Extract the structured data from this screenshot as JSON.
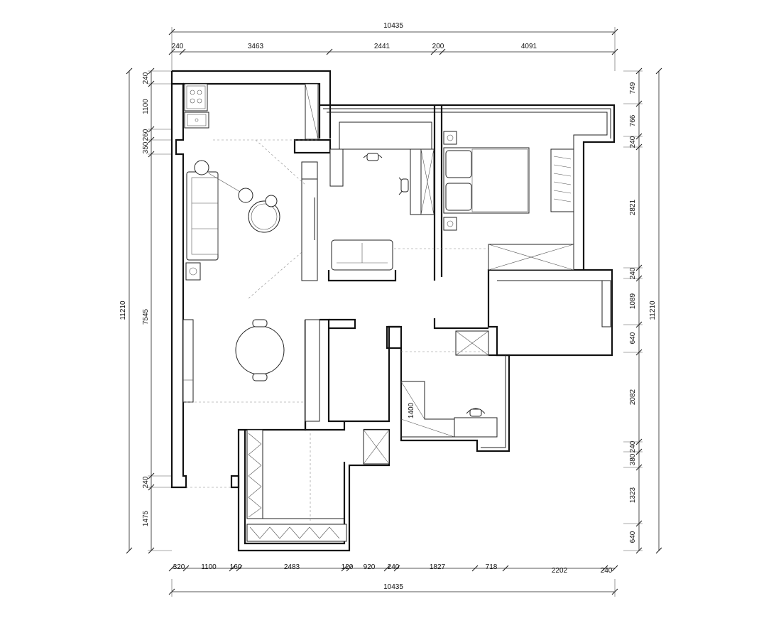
{
  "dimensions": {
    "top_total": "10435",
    "top": [
      "240",
      "3463",
      "2441",
      "200",
      "4091"
    ],
    "bottom_total": "10435",
    "bottom": [
      "320",
      "1100",
      "160",
      "2483",
      "120",
      "920",
      "240",
      "1827",
      "718",
      "2202",
      "240"
    ],
    "left_total": "11210",
    "left_segments": [
      "240",
      "1100",
      "260",
      "350",
      "7545",
      "240",
      "1475"
    ],
    "right_total": "11210",
    "right_segments": [
      "749",
      "766",
      "240",
      "2821",
      "240",
      "1089",
      "640",
      "2082",
      "240",
      "380",
      "1323",
      "640"
    ],
    "interior_label": "1400"
  }
}
